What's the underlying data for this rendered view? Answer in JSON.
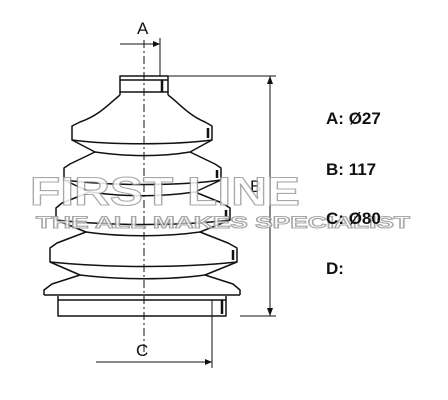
{
  "drawing": {
    "line_color": "#111111",
    "fill_color": "#ffffff"
  },
  "dimension_letters": {
    "a": "A",
    "b": "B",
    "c": "C"
  },
  "specs": [
    {
      "key": "A:",
      "value": "Ø27"
    },
    {
      "key": "B:",
      "value": "117"
    },
    {
      "key": "C:",
      "value": "Ø80"
    },
    {
      "key": "D:",
      "value": ""
    }
  ],
  "watermark": {
    "brand": "FIRST LINE",
    "tagline": "THE ALL MAKES SPECIALIST",
    "color": "#9a9a9a"
  }
}
